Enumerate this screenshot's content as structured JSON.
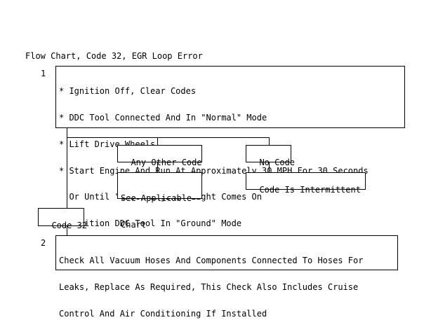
{
  "title": "Flow Chart, Code 32, EGR Loop Error",
  "step1": {
    "number": "1",
    "lines": [
      "* Ignition Off, Clear Codes",
      "* DDC Tool Connected And In \"Normal\" Mode",
      "* Lift Drive Wheels",
      "* Start Engine And Run At Approximately 30 MPH For 30 Seconds",
      "  Or Until \"Check Engine\" Light Comes On",
      "* Position DDC Tool In \"Ground\" Mode"
    ]
  },
  "branches": {
    "any_other_code": "Any Other Code",
    "see_applicable_chart": [
      "See Applicable",
      "Chart"
    ],
    "no_code": "No Code",
    "code_intermittent": "Code Is Intermittent",
    "code_32": "Code 32"
  },
  "step2": {
    "number": "2",
    "lines": [
      "Check All Vacuum Hoses And Components Connected To Hoses For",
      "Leaks, Replace As Required, This Check Also Includes Cruise",
      "Control And Air Conditioning If Installed"
    ]
  }
}
